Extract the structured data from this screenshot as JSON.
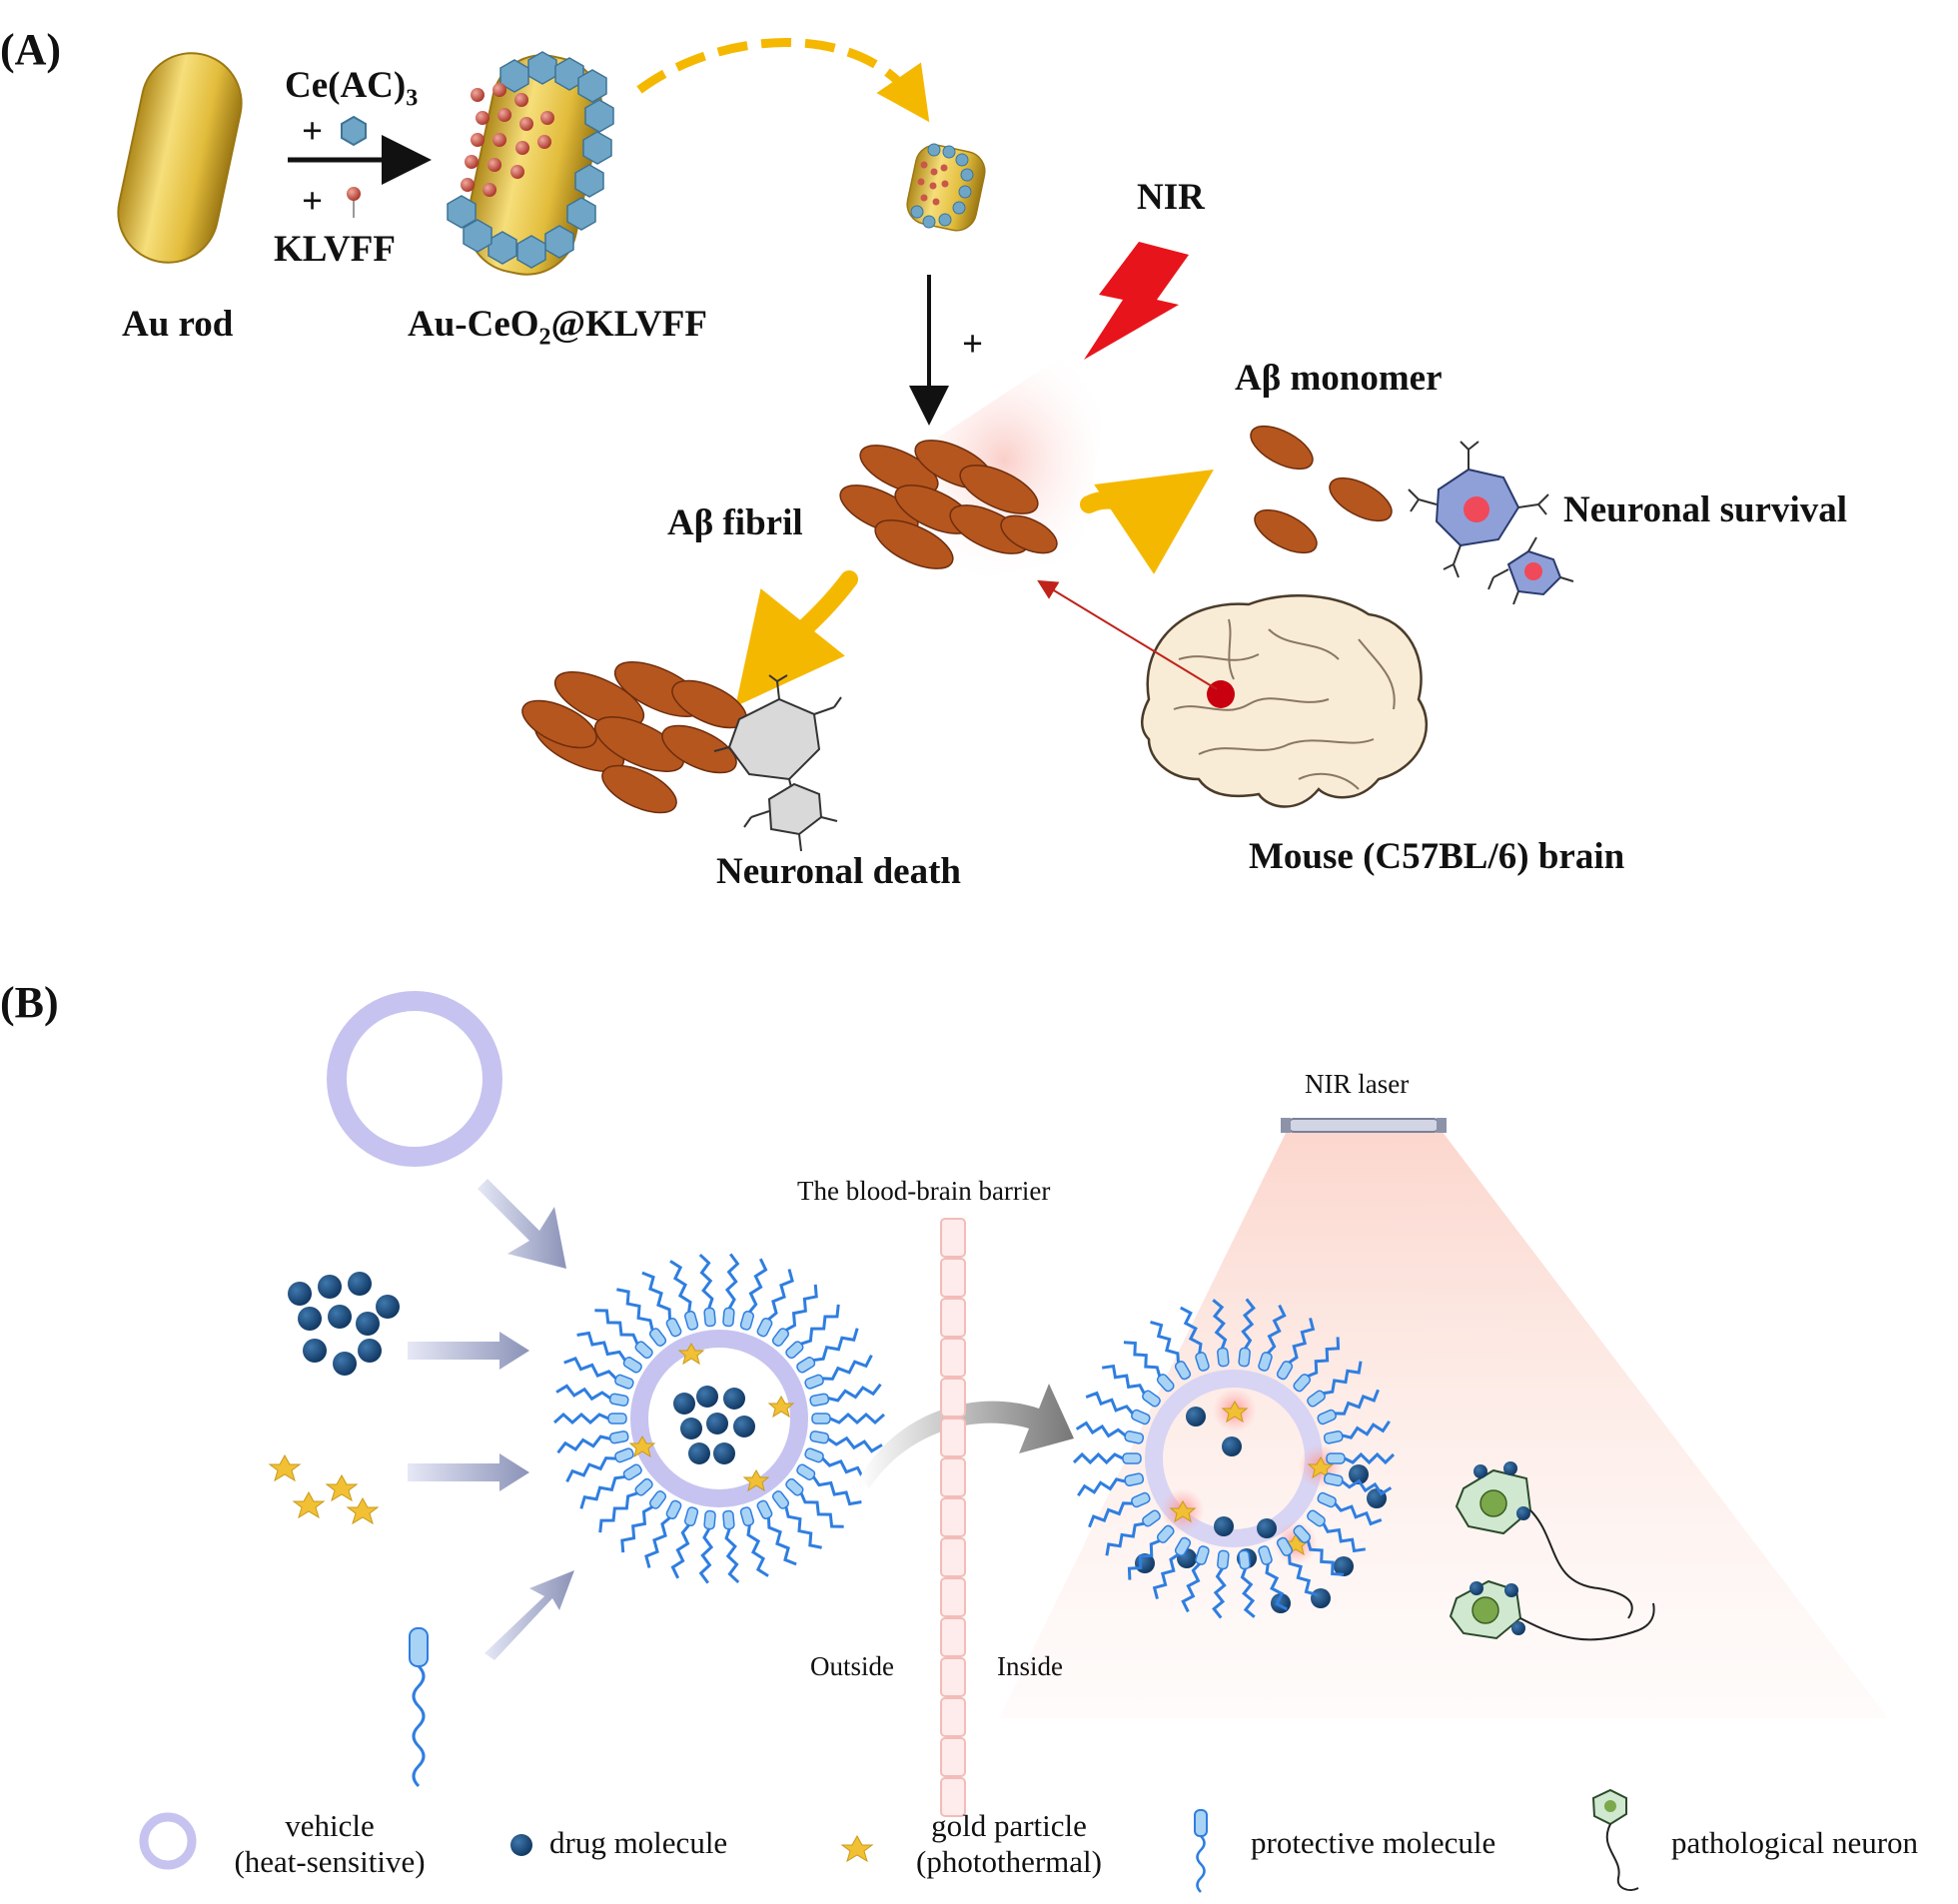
{
  "panel_a": {
    "panel_label": "(A)",
    "reagent_ce": "Ce(AC)",
    "reagent_ce_sub": "3",
    "reagent_plus_1": "+",
    "reagent_plus_2": "+",
    "reagent_klvff": "KLVFF",
    "au_rod": "Au rod",
    "product_prefix": "Au-CeO",
    "product_sub": "2",
    "product_suffix": "@KLVFF",
    "plus_arrow": "+",
    "nir": "NIR",
    "ab_fibril": "Aβ fibril",
    "ab_monomer": "Aβ monomer",
    "neuronal_survival": "Neuronal survival",
    "neuronal_death": "Neuronal death",
    "mouse_brain": "Mouse (C57BL/6) brain"
  },
  "panel_b": {
    "panel_label": "(B)",
    "nir_laser": "NIR laser",
    "bbb": "The blood-brain barrier",
    "outside": "Outside",
    "inside": "Inside"
  },
  "legend": {
    "vehicle_line1": "vehicle",
    "vehicle_line2": "(heat-sensitive)",
    "drug": "drug molecule",
    "gold_line1": "gold particle",
    "gold_line2": "(photothermal)",
    "protective": "protective molecule",
    "neuron": "pathological neuron"
  },
  "colors": {
    "gold": "#e8c44a",
    "ceo2": "#6fa6c8",
    "klvff_bead": "#c9574a",
    "arrow_yellow": "#f5b800",
    "nir_red": "#e8141b",
    "fibril": "#b5561f",
    "drug": "#1d4b78",
    "vehicle": "#b9b6ee",
    "protective": "#2f7ee0",
    "neuron_fill": "#cfe8cf"
  }
}
